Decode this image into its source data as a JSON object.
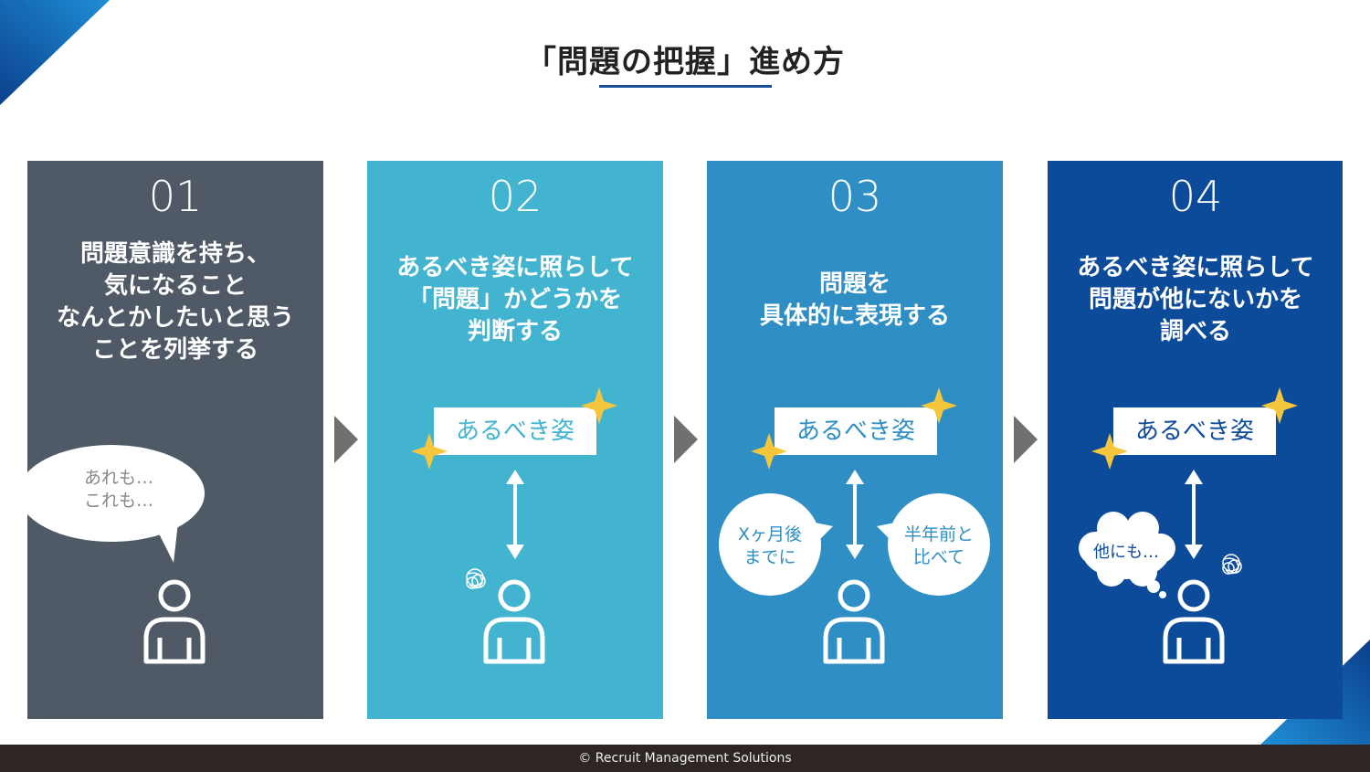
{
  "page": {
    "title": "「問題の把握」進め方",
    "footer": "© Recruit Management Solutions"
  },
  "steps": [
    {
      "number": "01",
      "heading": [
        "問題意識を持ち、",
        "気になること",
        "なんとかしたいと思う",
        "ことを列挙する"
      ],
      "bubble": [
        "あれも…",
        "これも…"
      ],
      "color": "#505a66"
    },
    {
      "number": "02",
      "heading": [
        "あるべき姿に照らして",
        "「問題」かどうかを",
        "判断する"
      ],
      "ideal_label": "あるべき姿",
      "color": "#42b4d0"
    },
    {
      "number": "03",
      "heading": [
        "問題を",
        "具体的に表現する"
      ],
      "ideal_label": "あるべき姿",
      "bubble_left": [
        "Xヶ月後",
        "までに"
      ],
      "bubble_right": [
        "半年前と",
        "比べて"
      ],
      "color": "#2f8fc5"
    },
    {
      "number": "04",
      "heading": [
        "あるべき姿に照らして",
        "問題が他にないかを",
        "調べる"
      ],
      "ideal_label": "あるべき姿",
      "cloud": "他にも…",
      "color": "#0c4a9a"
    }
  ],
  "icons": {
    "person": "person-icon",
    "arrow": "chevron-right-arrow",
    "sparkle": "sparkle-icon",
    "tangle": "tangled-thought-icon"
  },
  "colors": {
    "title_underline": "#1a4e9a",
    "sparkle": "#f5c63b",
    "arrow": "#707070",
    "footer_bg": "#2e2624"
  }
}
